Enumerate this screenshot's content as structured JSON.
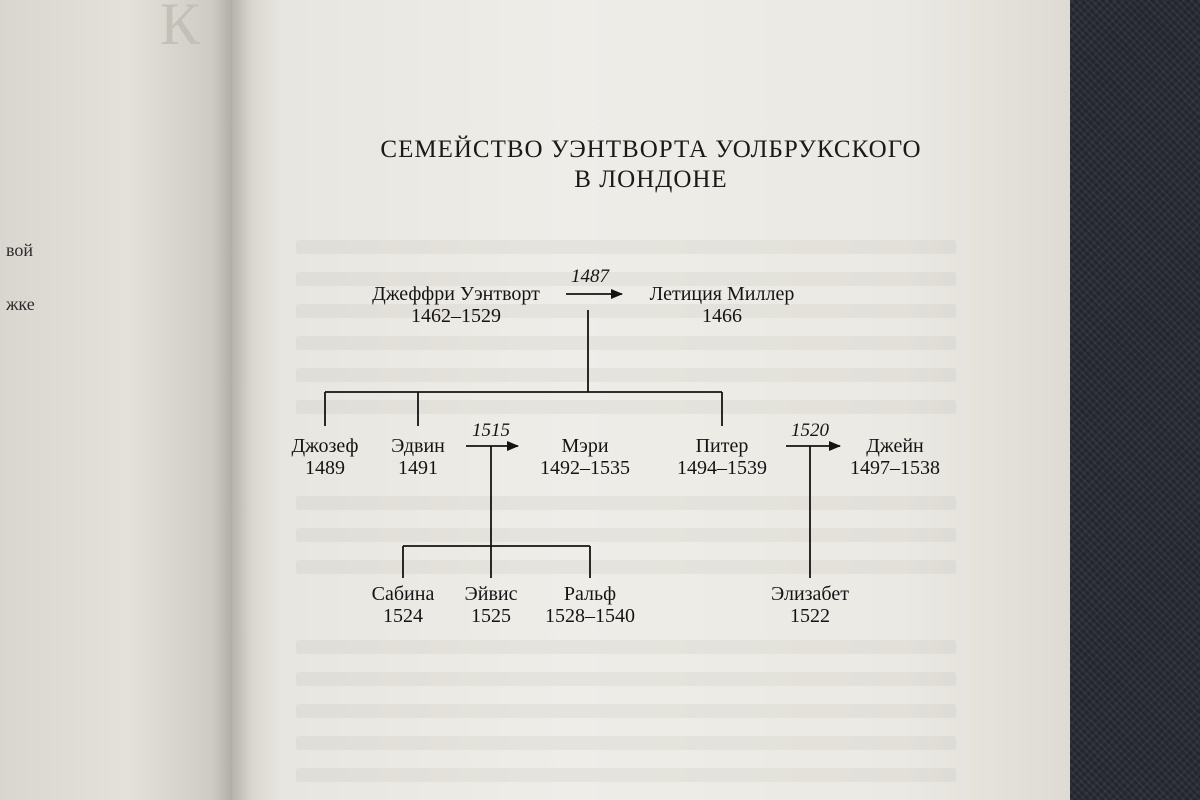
{
  "left_page": {
    "fragments": [
      "вой",
      "жке"
    ]
  },
  "title": {
    "line1": "СЕМЕЙСТВО УЭНТВОРТА УОЛБРУКСКОГО",
    "line2": "В ЛОНДОНЕ"
  },
  "people": {
    "geoffrey": {
      "name": "Джеффри Уэнтворт",
      "dates": "1462–1529"
    },
    "leticia": {
      "name": "Летиция Миллер",
      "dates": "1466"
    },
    "joseph": {
      "name": "Джозеф",
      "dates": "1489"
    },
    "edwin": {
      "name": "Эдвин",
      "dates": "1491"
    },
    "mary": {
      "name": "Мэри",
      "dates": "1492–1535"
    },
    "peter": {
      "name": "Питер",
      "dates": "1494–1539"
    },
    "jane": {
      "name": "Джейн",
      "dates": "1497–1538"
    },
    "sabina": {
      "name": "Сабина",
      "dates": "1524"
    },
    "avis": {
      "name": "Эйвис",
      "dates": "1525"
    },
    "ralph": {
      "name": "Ральф",
      "dates": "1528–1540"
    },
    "elizabeth": {
      "name": "Элизабет",
      "dates": "1522"
    }
  },
  "marriages": {
    "geoffrey_leticia": "1487",
    "edwin_mary": "1515",
    "peter_jane": "1520"
  }
}
